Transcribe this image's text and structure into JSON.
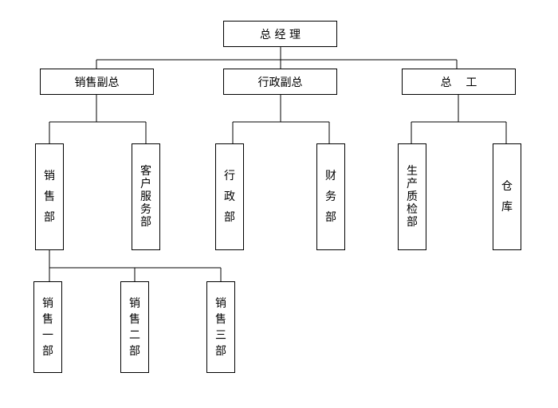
{
  "nodes": {
    "ceo": "总 经 理",
    "vp_sales": "销售副总",
    "vp_admin": "行政副总",
    "chief_engineer": "总    工",
    "sales_dept": "销售部",
    "customer_service": "客户服务部",
    "admin_dept": "行政部",
    "finance_dept": "财务部",
    "production_qc": "生产质检部",
    "warehouse": "仓库",
    "sales_1": "销售一部",
    "sales_2": "销售二部",
    "sales_3": "销售三部"
  }
}
